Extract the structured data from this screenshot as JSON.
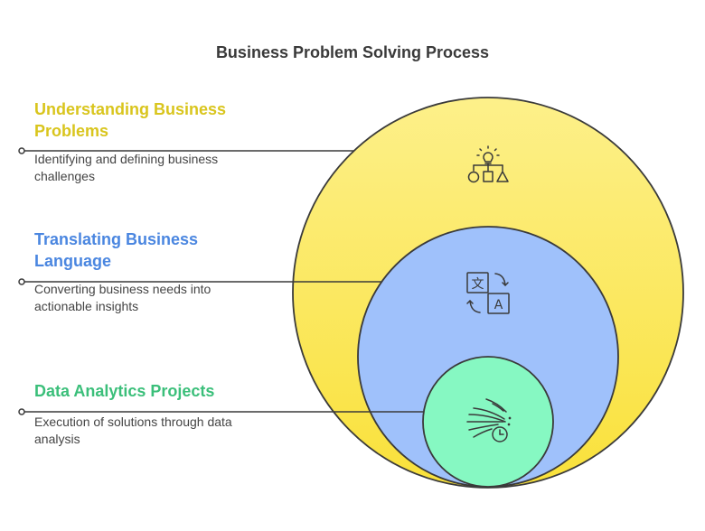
{
  "title": "Business Problem Solving Process",
  "colors": {
    "outer_fill_top": "#fdf08a",
    "outer_fill_bottom": "#f9e13a",
    "middle_fill": "#9fc1fb",
    "inner_fill": "#86f8c2",
    "stroke": "#3a3a3a",
    "outer_title": "#d9c51d",
    "middle_title": "#4a86e0",
    "inner_title": "#3bbf7a"
  },
  "levels": [
    {
      "title": "Understanding Business Problems",
      "title_lines": [
        "Understanding Business",
        "Problems"
      ],
      "description_lines": [
        "Identifying and defining business",
        "challenges"
      ],
      "icon": "lightbulb-flowchart-icon"
    },
    {
      "title": "Translating Business Language",
      "title_lines": [
        "Translating Business",
        "Language"
      ],
      "description_lines": [
        "Converting business needs into",
        "actionable insights"
      ],
      "icon": "translate-icon"
    },
    {
      "title": "Data Analytics Projects",
      "title_lines": [
        "Data Analytics Projects"
      ],
      "description_lines": [
        "Execution of solutions through data",
        "analysis"
      ],
      "icon": "data-flow-clock-icon"
    }
  ]
}
